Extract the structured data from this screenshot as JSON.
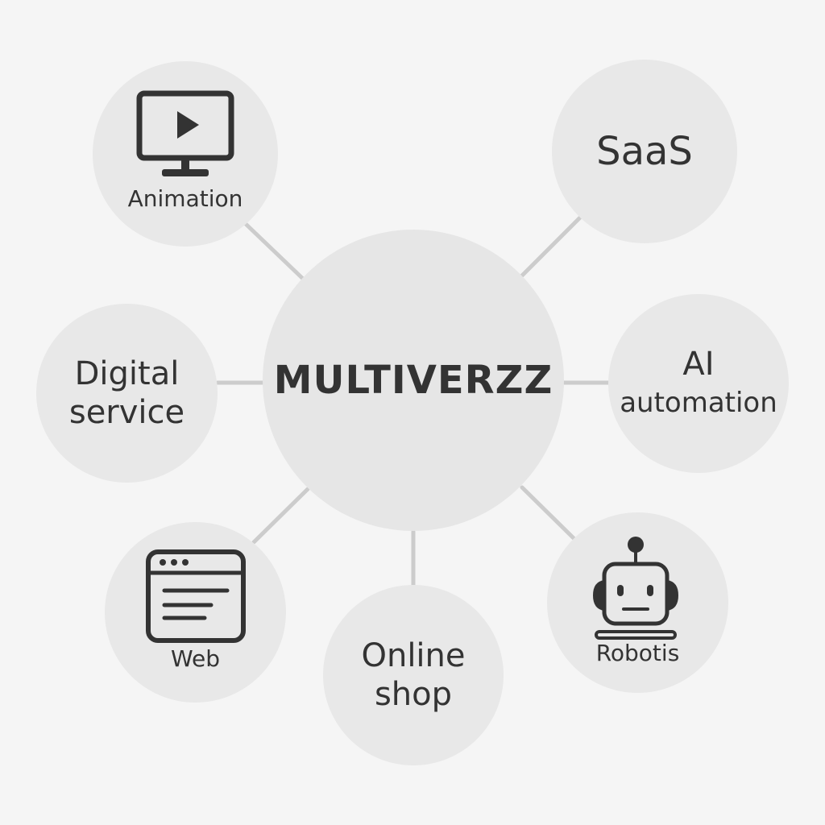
{
  "center": {
    "label": "MULTIVERZZ"
  },
  "nodes": {
    "animation": {
      "label": "Animation",
      "icon": "monitor-play-icon"
    },
    "saas": {
      "label": "SaaS"
    },
    "digital": {
      "line1": "Digital",
      "line2": "service"
    },
    "ai": {
      "line1": "AI",
      "line2": "automation"
    },
    "web": {
      "label": "Web",
      "icon": "browser-window-icon"
    },
    "shop": {
      "line1": "Online",
      "line2": "shop"
    },
    "robotis": {
      "label": "Robotis",
      "icon": "robot-icon"
    }
  },
  "colors": {
    "background": "#f5f5f5",
    "circle": "#e8e8e8",
    "connector": "#cccccc",
    "text": "#333333"
  }
}
